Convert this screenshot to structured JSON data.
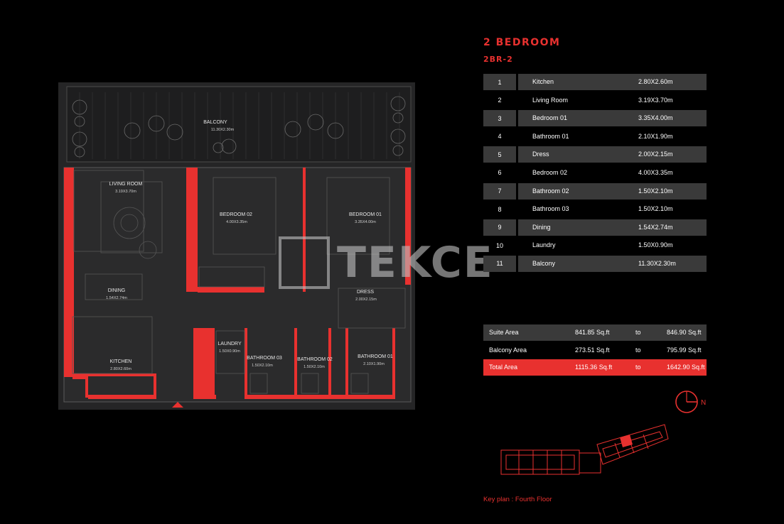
{
  "header": {
    "title": "2 BEDROOM",
    "subtitle": "2BR-2"
  },
  "rooms": [
    {
      "num": "1",
      "name": "Kitchen",
      "dim": "2.80X2.60m"
    },
    {
      "num": "2",
      "name": "Living Room",
      "dim": "3.19X3.70m"
    },
    {
      "num": "3",
      "name": "Bedroom 01",
      "dim": "3.35X4.00m"
    },
    {
      "num": "4",
      "name": "Bathroom 01",
      "dim": "2.10X1.90m"
    },
    {
      "num": "5",
      "name": "Dress",
      "dim": "2.00X2.15m"
    },
    {
      "num": "6",
      "name": "Bedroom 02",
      "dim": "4.00X3.35m"
    },
    {
      "num": "7",
      "name": "Bathroom 02",
      "dim": "1.50X2.10m"
    },
    {
      "num": "8",
      "name": "Bathroom 03",
      "dim": "1.50X2.10m"
    },
    {
      "num": "9",
      "name": "Dining",
      "dim": "1.54X2.74m"
    },
    {
      "num": "10",
      "name": "Laundry",
      "dim": "1.50X0.90m"
    },
    {
      "num": "11",
      "name": "Balcony",
      "dim": "11.30X2.30m"
    }
  ],
  "areas": [
    {
      "label": "Suite Area",
      "min": "841.85 Sq.ft",
      "to": "to",
      "max": "846.90 Sq.ft"
    },
    {
      "label": "Balcony Area",
      "min": "273.51 Sq.ft",
      "to": "to",
      "max": "795.99 Sq.ft"
    },
    {
      "label": "Total Area",
      "min": "1115.36 Sq.ft",
      "to": "to",
      "max": "1642.90 Sq.ft"
    }
  ],
  "plan_labels": {
    "balcony": {
      "name": "BALCONY",
      "dim": "11.30X2.30m"
    },
    "living_room": {
      "name": "LIVING ROOM",
      "dim": "3.19X3.70m"
    },
    "bedroom_02": {
      "name": "BEDROOM 02",
      "dim": "4.00X3.35m"
    },
    "bedroom_01": {
      "name": "BEDROOM 01",
      "dim": "3.35X4.00m"
    },
    "dining": {
      "name": "DINING",
      "dim": "1.54X2.74m"
    },
    "dress": {
      "name": "DRESS",
      "dim": "2.00X2.15m"
    },
    "laundry": {
      "name": "LAUNDRY",
      "dim": "1.50X0.90m"
    },
    "kitchen": {
      "name": "KITCHEN",
      "dim": "2.80X2.60m"
    },
    "bathroom_03": {
      "name": "BATHROOM 03",
      "dim": "1.50X2.10m"
    },
    "bathroom_02": {
      "name": "BATHROOM 02",
      "dim": "1.50X2.10m"
    },
    "bathroom_01": {
      "name": "BATHROOM 01",
      "dim": "2.10X1.90m"
    }
  },
  "watermark": "TEKCE",
  "compass_label": "N",
  "keyplan_label": "Key plan : Fourth Floor",
  "colors": {
    "accent": "#e8312f",
    "row_shade": "#3a3a3a",
    "background": "#000000",
    "plan_fill": "#252526"
  },
  "icons": {
    "compass": "north-arrow-icon",
    "entrance": "entrance-triangle-icon"
  }
}
